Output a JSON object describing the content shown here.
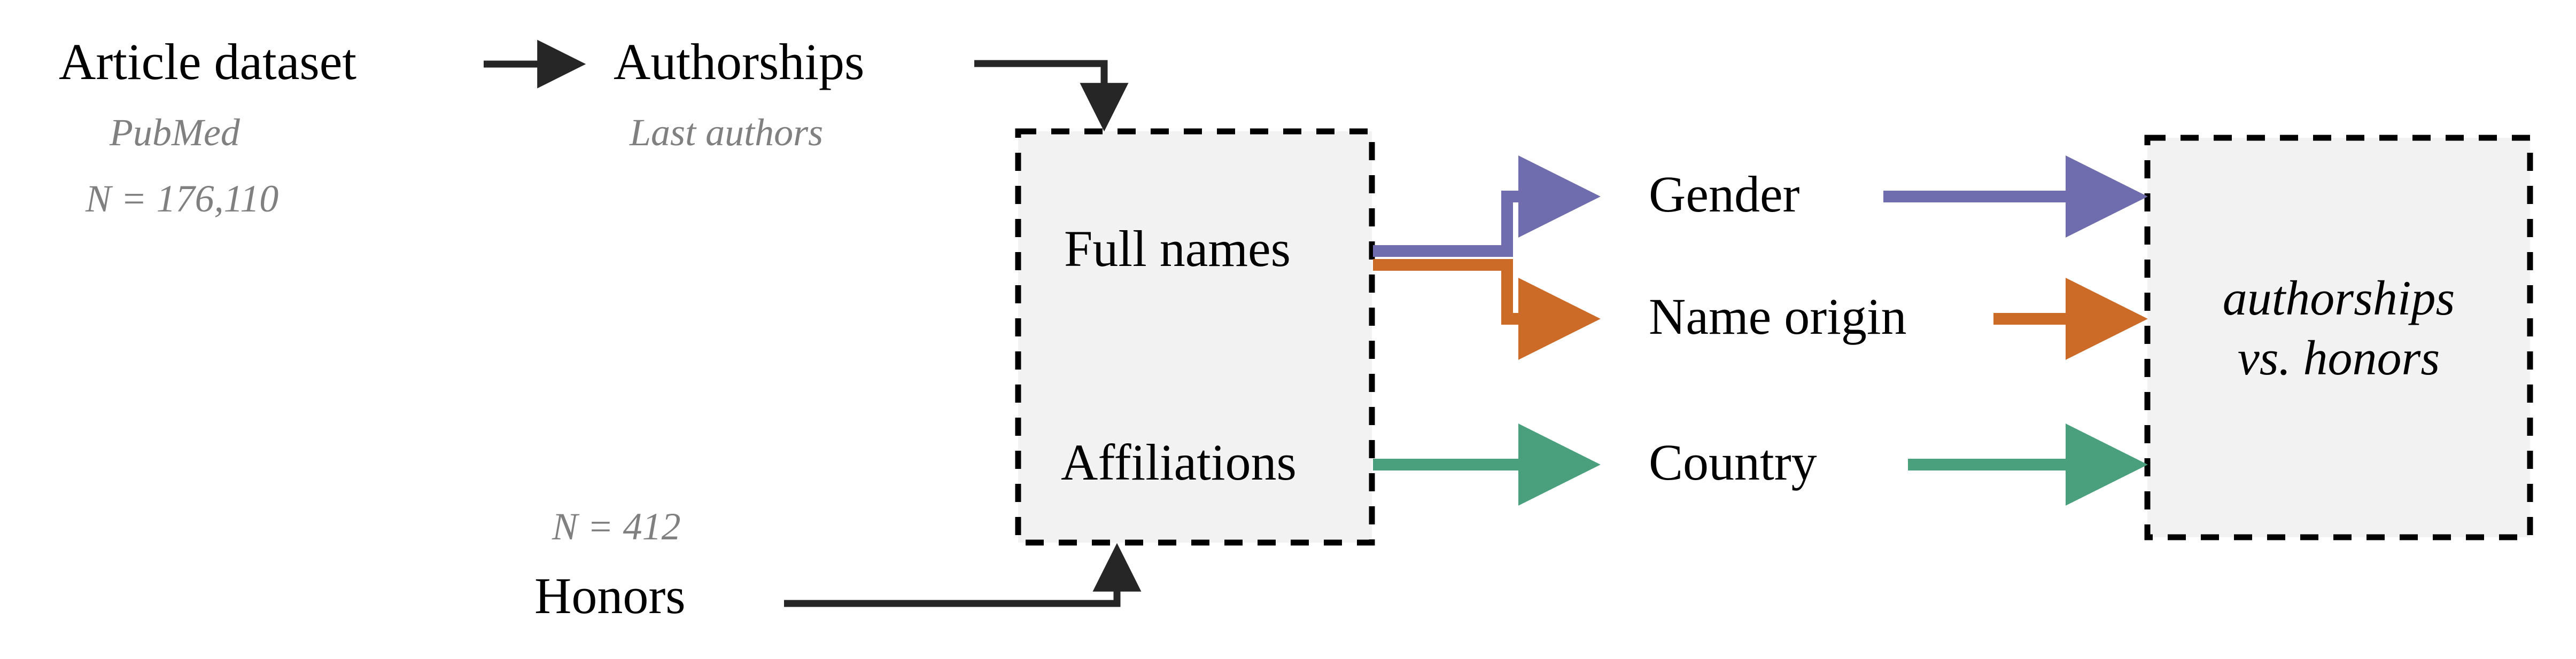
{
  "diagram": {
    "background_color": "#ffffff",
    "title_text_color": "#000000",
    "subtitle_text_color": "#808080",
    "box_fill_color": "#f2f2f2",
    "box_border_color": "#000000",
    "plain_arrow_color": "#262626"
  },
  "sources": {
    "article_dataset": {
      "label": "Article dataset",
      "subtitle_1": "PubMed",
      "subtitle_2": "N = 176,110"
    },
    "authorships": {
      "label": "Authorships",
      "subtitle_1": "Last authors"
    },
    "honors": {
      "label": "Honors",
      "subtitle_1": "N = 412"
    }
  },
  "extraction_box": {
    "items": [
      {
        "label": "Full names"
      },
      {
        "label": "Affiliations"
      }
    ]
  },
  "attributes": [
    {
      "label": "Gender",
      "color": "#6f6dad"
    },
    {
      "label": "Name origin",
      "color": "#cc6a28"
    },
    {
      "label": "Country",
      "color": "#4aa07c"
    }
  ],
  "outcome_box": {
    "line_1": "authorships",
    "line_2": "vs. honors"
  }
}
